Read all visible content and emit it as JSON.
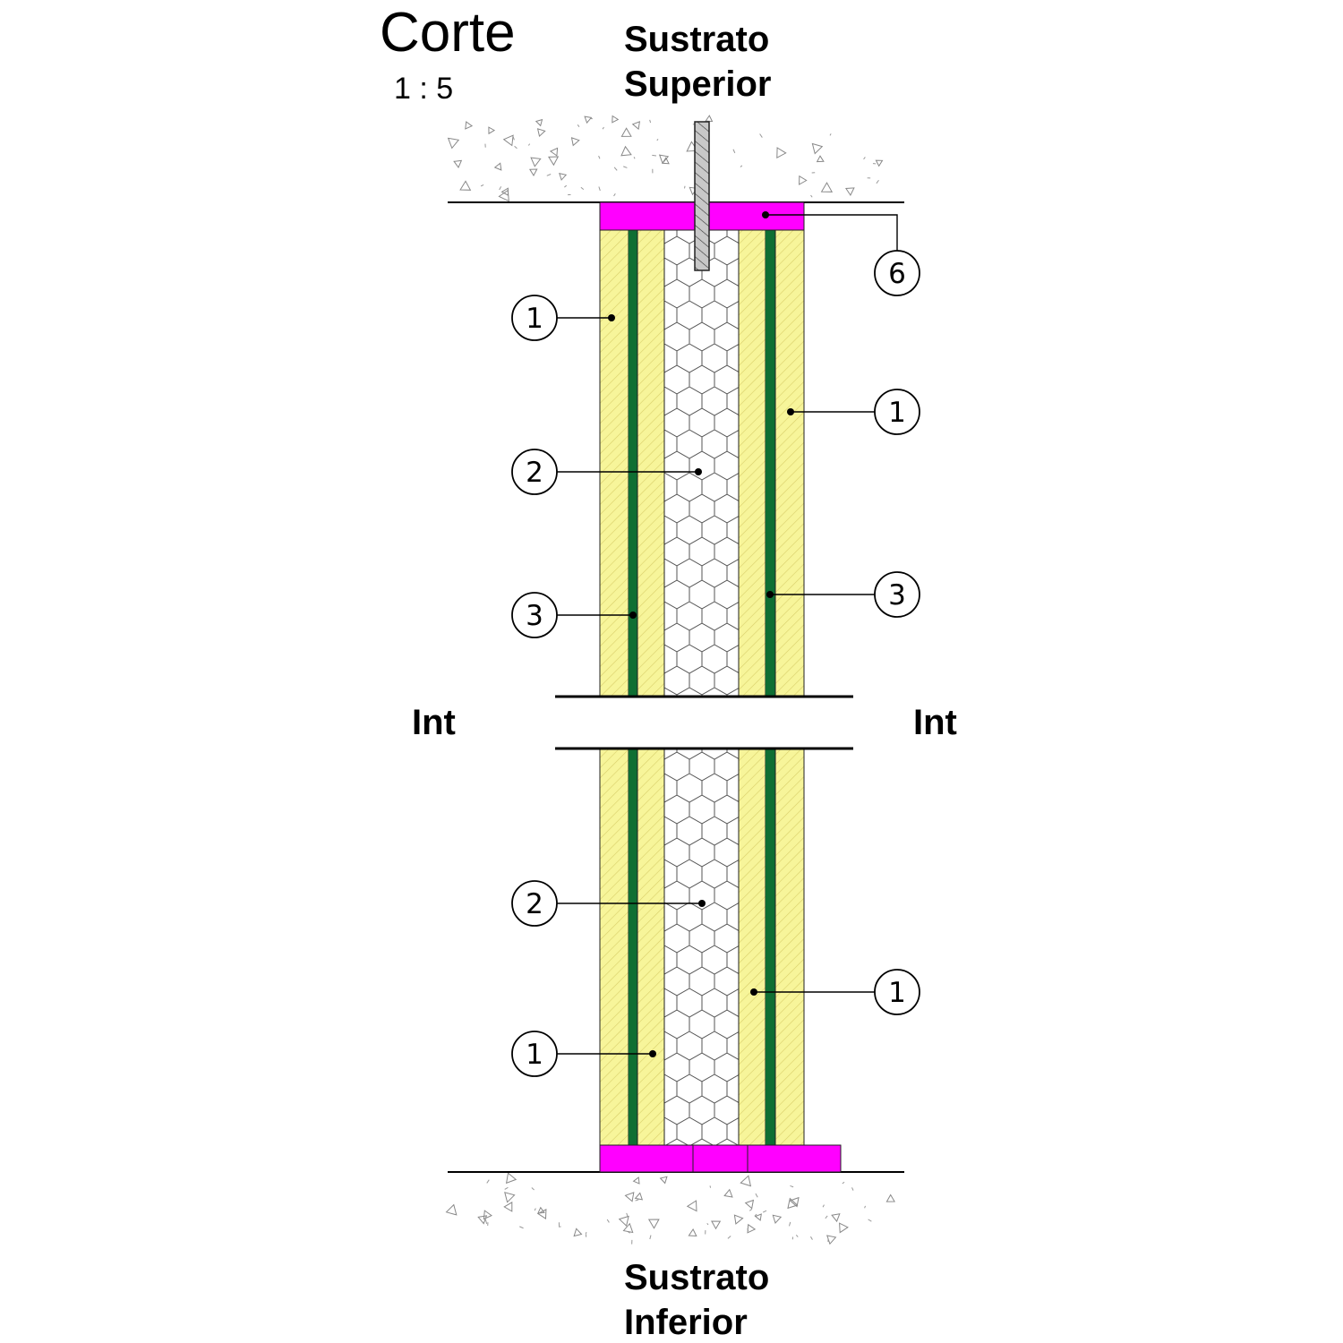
{
  "title": "Corte",
  "scale": "1 : 5",
  "substrate_top": [
    "Sustrato",
    "Superior"
  ],
  "substrate_bottom": [
    "Sustrato",
    "Inferior"
  ],
  "side_left": "Int",
  "side_right": "Int",
  "callouts": [
    "1",
    "2",
    "3",
    "1",
    "3",
    "6",
    "2",
    "1",
    "1"
  ],
  "colors": {
    "gypsum": "#f7f59a",
    "gypsum_hatch": "#d9cf6a",
    "vapor_barrier": "#0f6f33",
    "track": "#ff00ff",
    "anchor": "#c8c8c8",
    "core_line": "#555555"
  }
}
